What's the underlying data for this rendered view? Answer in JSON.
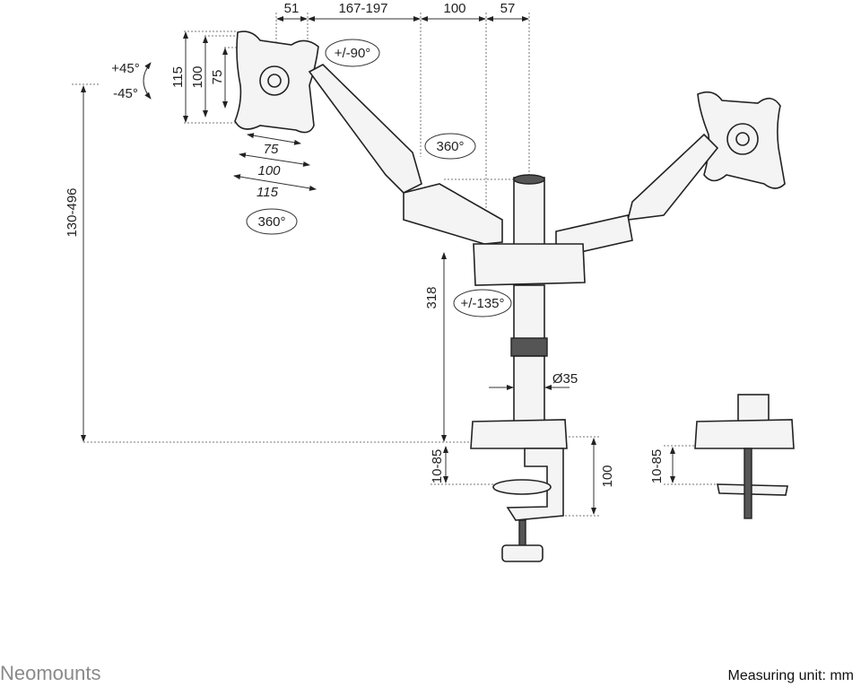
{
  "dimensions": {
    "top": [
      "51",
      "167-197",
      "100",
      "57"
    ],
    "tilt_rotation": "+/-90°",
    "tilt_up": "+45°",
    "tilt_down": "-45°",
    "vesa_vertical": [
      "115",
      "100",
      "75"
    ],
    "vesa_horizontal": [
      "75",
      "100",
      "115"
    ],
    "plate_rotation": "360°",
    "arm_rotation": "360°",
    "height_range": "130-496",
    "pole_height": "318",
    "base_rotation": "+/-135°",
    "pole_diameter": "Ø35",
    "clamp_thickness": "10-85",
    "clamp_height": "100",
    "grommet_thickness": "10-85"
  },
  "footer": {
    "brand": "Neomounts",
    "unit": "Measuring unit: mm"
  }
}
